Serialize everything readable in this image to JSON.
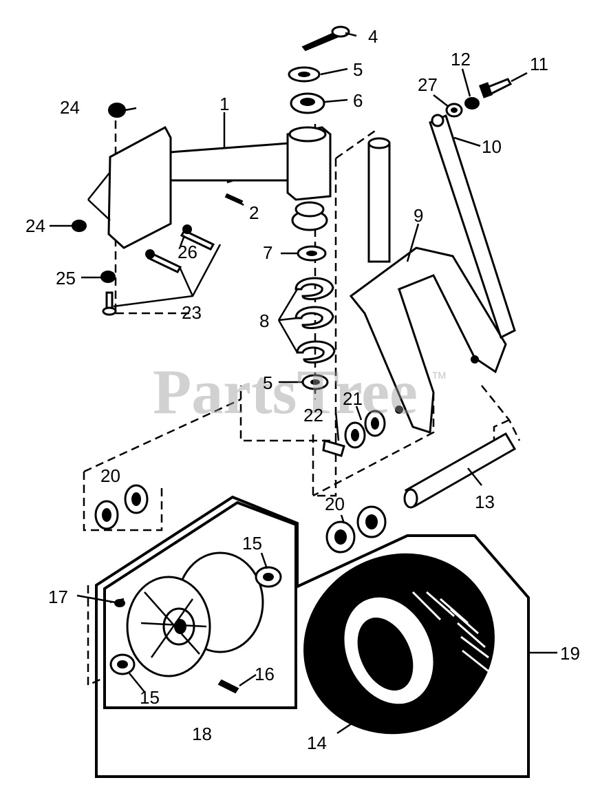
{
  "watermark": {
    "text": "PartsTree",
    "tm": "TM"
  },
  "labels": [
    {
      "id": "1",
      "text": "1"
    },
    {
      "id": "2",
      "text": "2"
    },
    {
      "id": "4",
      "text": "4"
    },
    {
      "id": "5a",
      "text": "5"
    },
    {
      "id": "5b",
      "text": "5"
    },
    {
      "id": "6",
      "text": "6"
    },
    {
      "id": "7",
      "text": "7"
    },
    {
      "id": "8",
      "text": "8"
    },
    {
      "id": "9",
      "text": "9"
    },
    {
      "id": "10",
      "text": "10"
    },
    {
      "id": "11",
      "text": "11"
    },
    {
      "id": "12",
      "text": "12"
    },
    {
      "id": "13",
      "text": "13"
    },
    {
      "id": "14",
      "text": "14"
    },
    {
      "id": "15a",
      "text": "15"
    },
    {
      "id": "15b",
      "text": "15"
    },
    {
      "id": "16",
      "text": "16"
    },
    {
      "id": "17",
      "text": "17"
    },
    {
      "id": "18",
      "text": "18"
    },
    {
      "id": "19",
      "text": "19"
    },
    {
      "id": "20a",
      "text": "20"
    },
    {
      "id": "20b",
      "text": "20"
    },
    {
      "id": "21",
      "text": "21"
    },
    {
      "id": "22",
      "text": "22"
    },
    {
      "id": "23",
      "text": "23"
    },
    {
      "id": "24a",
      "text": "24"
    },
    {
      "id": "24b",
      "text": "24"
    },
    {
      "id": "25",
      "text": "25"
    },
    {
      "id": "26",
      "text": "26"
    },
    {
      "id": "27",
      "text": "27"
    }
  ]
}
